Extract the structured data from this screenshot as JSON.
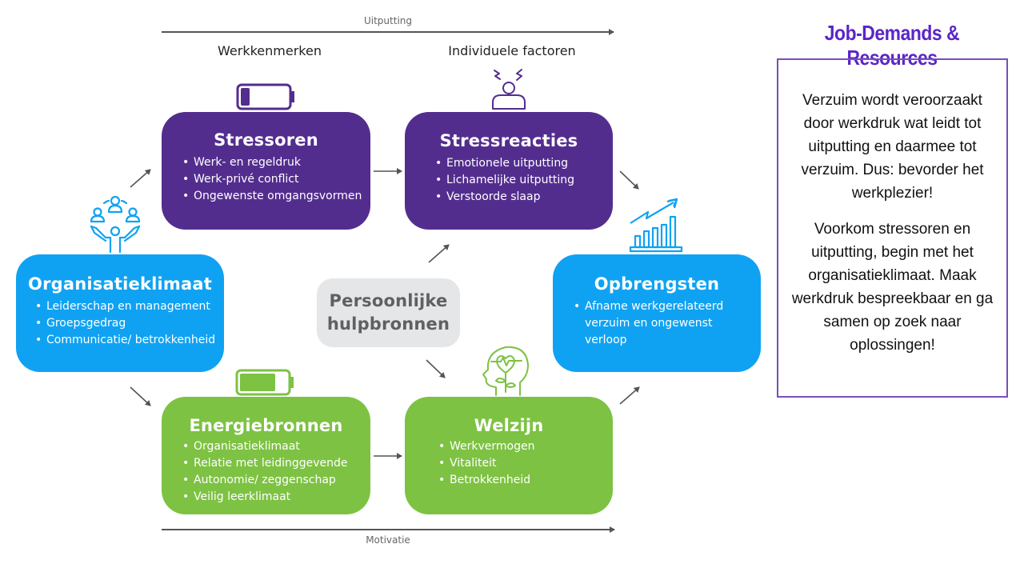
{
  "diagram": {
    "top_axis_label": "Uitputting",
    "bottom_axis_label": "Motivatie",
    "column_labels": {
      "left": "Werkkenmerken",
      "right": "Individuele factoren"
    },
    "boxes": {
      "stressoren": {
        "title": "Stressoren",
        "items": [
          "Werk- en regeldruk",
          "Werk-privé conflict",
          "Ongewenste omgangsvormen"
        ],
        "icon": "battery-low-icon",
        "color": "#532d8e"
      },
      "stressreacties": {
        "title": "Stressreacties",
        "items": [
          "Emotionele uitputting",
          "Lichamelijke uitputting",
          "Verstoorde slaap"
        ],
        "icon": "stressed-person-icon",
        "color": "#532d8e"
      },
      "organisatieklimaat": {
        "title": "Organisatieklimaat",
        "items": [
          "Leiderschap en management",
          "Groepsgedrag",
          "Communicatie/ betrokkenheid"
        ],
        "icon": "team-people-icon",
        "color": "#10a2f2"
      },
      "persoonlijke_hulpbronnen": {
        "title_line1": "Persoonlijke",
        "title_line2": "hulpbronnen",
        "color": "#e5e6e8"
      },
      "opbrengsten": {
        "title": "Opbrengsten",
        "items": [
          "Afname werkgerelateerd verzuim en ongewenst verloop"
        ],
        "icon": "growth-chart-icon",
        "color": "#10a2f2"
      },
      "energiebronnen": {
        "title": "Energiebronnen",
        "items": [
          "Organisatieklimaat",
          "Relatie met leidinggevende",
          "Autonomie/ zeggenschap",
          "Veilig leerklimaat"
        ],
        "icon": "battery-high-icon",
        "color": "#7dc243"
      },
      "welzijn": {
        "title": "Welzijn",
        "items": [
          "Werkvermogen",
          "Vitaliteit",
          "Betrokkenheid"
        ],
        "icon": "mind-heart-icon",
        "color": "#7dc243"
      }
    }
  },
  "sidebar": {
    "title": "Job-Demands & Resources",
    "paragraphs": [
      "Verzuim wordt veroorzaakt door werkdruk wat leidt tot uitputting en daarmee tot verzuim. Dus: bevorder het werkplezier!",
      "Voorkom stressoren en uitputting, begin met het organisatieklimaat. Maak werkdruk bespreekbaar en ga samen op zoek naar oplossingen!"
    ]
  }
}
